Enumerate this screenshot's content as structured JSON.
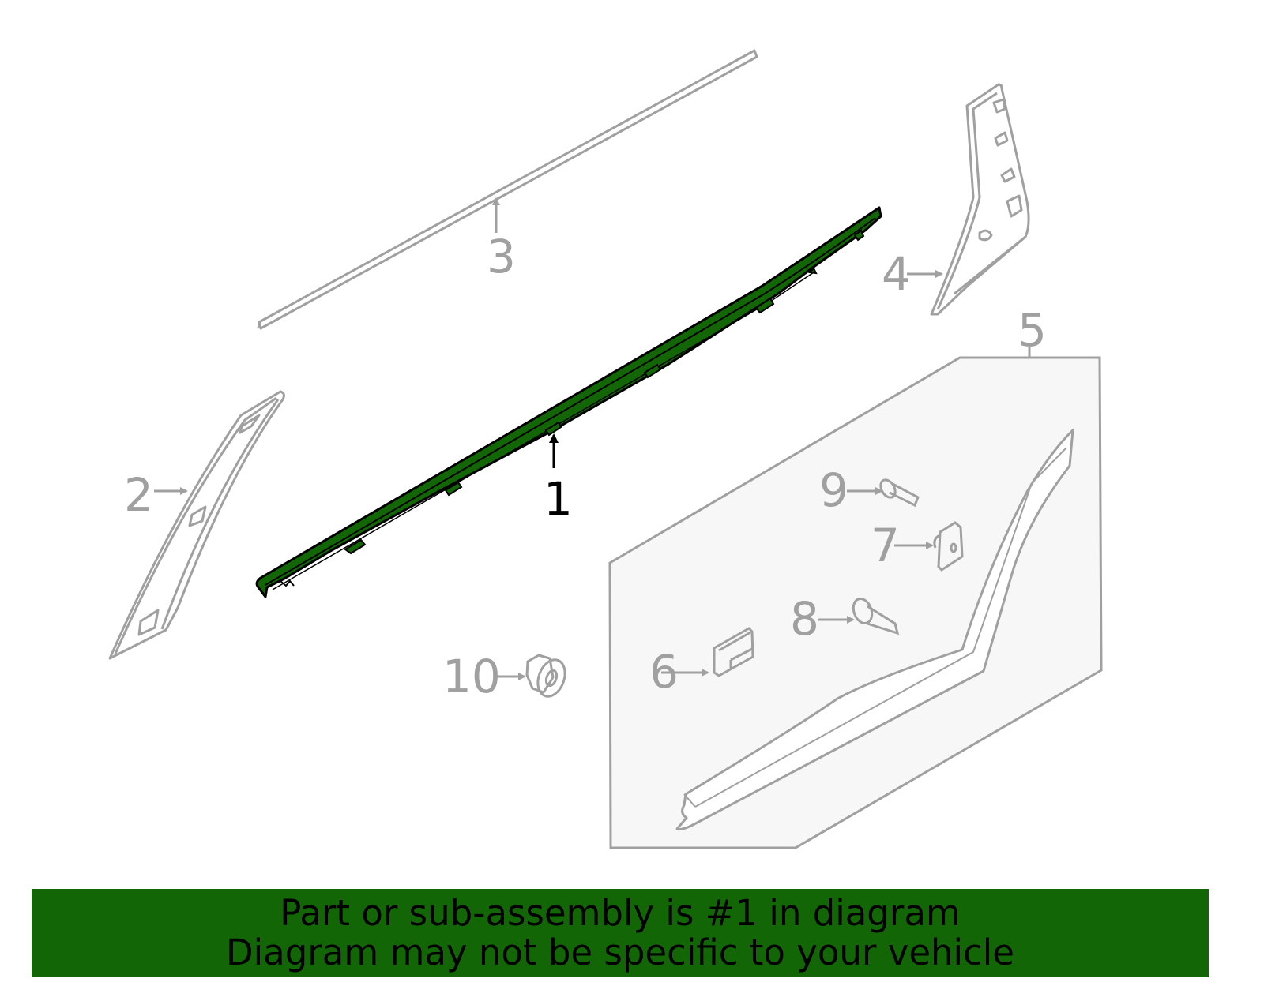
{
  "diagram": {
    "title": "Door molding parts diagram",
    "highlight_color": "#126606",
    "line_color": "#a0a0a0",
    "panel_fill": "#f7f7f7",
    "callouts": [
      {
        "id": "1",
        "label": "1",
        "highlighted": true,
        "part": "belt molding (highlighted)"
      },
      {
        "id": "2",
        "label": "2",
        "part": "front pillar trim"
      },
      {
        "id": "3",
        "label": "3",
        "part": "upper window molding strip"
      },
      {
        "id": "4",
        "label": "4",
        "part": "rear pillar trim"
      },
      {
        "id": "5",
        "label": "5",
        "part": "lower door molding assembly"
      },
      {
        "id": "6",
        "label": "6",
        "part": "clip"
      },
      {
        "id": "7",
        "label": "7",
        "part": "nut clip"
      },
      {
        "id": "8",
        "label": "8",
        "part": "screw"
      },
      {
        "id": "9",
        "label": "9",
        "part": "bolt"
      },
      {
        "id": "10",
        "label": "10",
        "part": "nut"
      }
    ]
  },
  "banner": {
    "line1": "Part or sub-assembly is #1 in diagram",
    "line2": "Diagram may not be specific to your vehicle",
    "background": "#126606"
  }
}
